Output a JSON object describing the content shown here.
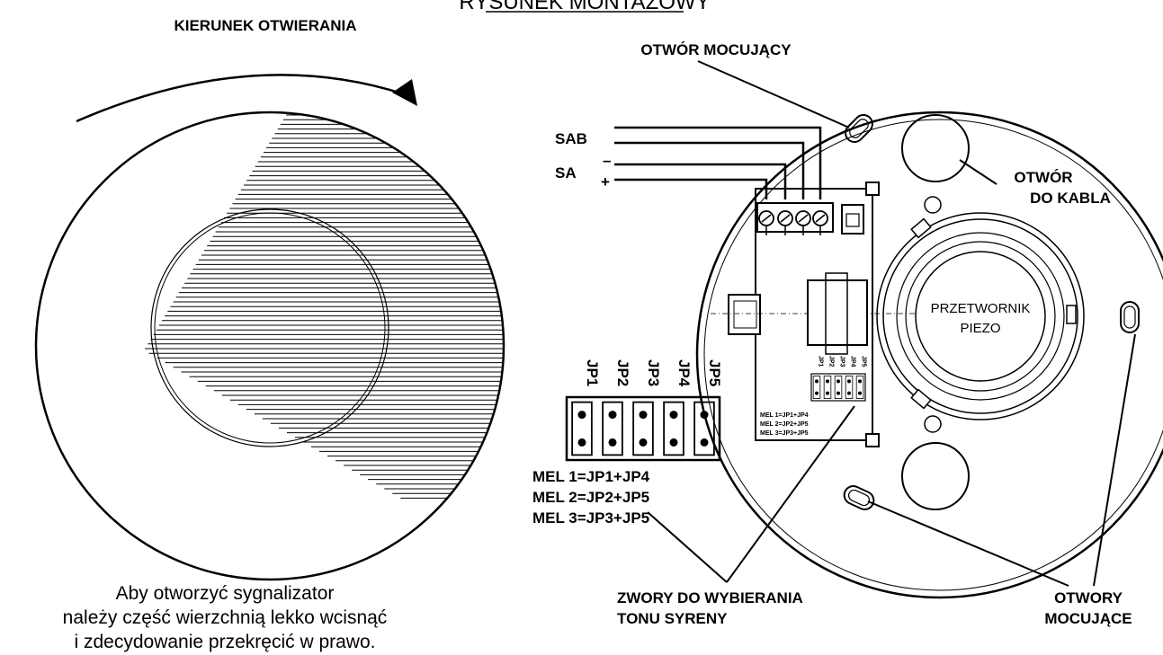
{
  "title": "RYSUNEK MONTAŻOWY",
  "left": {
    "opening_direction": "KIERUNEK OTWIERANIA",
    "instructions": [
      "Aby otworzyć sygnalizator",
      "należy część wierzchnią lekko wcisnąć",
      "i zdecydowanie przekręcić w prawo."
    ]
  },
  "right": {
    "mounting_hole": "OTWÓR MOCUJĄCY",
    "cable_hole": [
      "OTWÓR",
      "DO KABLA"
    ],
    "terminals": {
      "sab": "SAB",
      "sa": "SA",
      "minus": "–",
      "plus": "+"
    },
    "transducer": [
      "PRZETWORNIK",
      "PIEZO"
    ],
    "mounting_holes": [
      "OTWORY",
      "MOCUJĄCE"
    ],
    "jumpers_caption": [
      "ZWORY DO WYBIERANIA",
      "TONU SYRENY"
    ],
    "jumper_labels": [
      "JP1",
      "JP2",
      "JP3",
      "JP4",
      "JP5"
    ],
    "melodies": [
      "MEL 1=JP1+JP4",
      "MEL 2=JP2+JP5",
      "MEL 3=JP3+JP5"
    ]
  }
}
